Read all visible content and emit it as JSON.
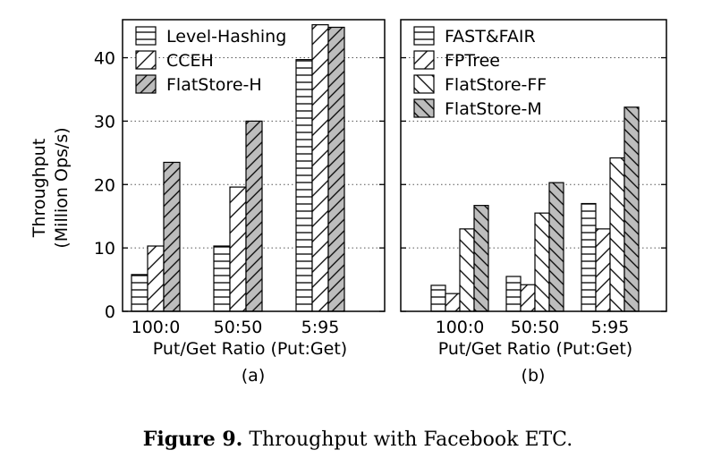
{
  "figure": {
    "caption_label": "Figure 9.",
    "caption_text": " Throughput with Facebook ETC."
  },
  "y_axis": {
    "title_line1": "Throughput",
    "title_line2": "(Million Ops/s)"
  },
  "chart_data": [
    {
      "type": "bar",
      "subcaption": "(a)",
      "xlabel": "Put/Get Ratio (Put:Get)",
      "ylabel": "Throughput (Million Ops/s)",
      "ylim": [
        0,
        46
      ],
      "yticks": [
        0,
        10,
        20,
        30,
        40
      ],
      "grid": "horizontal dotted",
      "legend_position": "top-left",
      "categories": [
        "100:0",
        "50:50",
        "5:95"
      ],
      "series": [
        {
          "name": "Level-Hashing",
          "pattern": "horizontal",
          "values": [
            5.8,
            10.3,
            39.7
          ]
        },
        {
          "name": "CCEH",
          "pattern": "diag-right",
          "values": [
            10.3,
            19.6,
            45.2
          ]
        },
        {
          "name": "FlatStore-H",
          "pattern": "diag-right-gray",
          "values": [
            23.5,
            30.0,
            44.8
          ]
        }
      ]
    },
    {
      "type": "bar",
      "subcaption": "(b)",
      "xlabel": "Put/Get Ratio (Put:Get)",
      "ylim": [
        0,
        46
      ],
      "yticks": [
        0,
        10,
        20,
        30,
        40
      ],
      "grid": "horizontal dotted",
      "legend_position": "top-left",
      "categories": [
        "100:0",
        "50:50",
        "5:95"
      ],
      "series": [
        {
          "name": "FAST&FAIR",
          "pattern": "horizontal",
          "values": [
            4.1,
            5.5,
            17.0
          ]
        },
        {
          "name": "FPTree",
          "pattern": "diag-right",
          "values": [
            2.8,
            4.2,
            13.0
          ]
        },
        {
          "name": "FlatStore-FF",
          "pattern": "diag-left",
          "values": [
            13.0,
            15.5,
            24.2
          ]
        },
        {
          "name": "FlatStore-M",
          "pattern": "diag-left-gray",
          "values": [
            16.7,
            20.3,
            32.2
          ]
        }
      ]
    }
  ]
}
